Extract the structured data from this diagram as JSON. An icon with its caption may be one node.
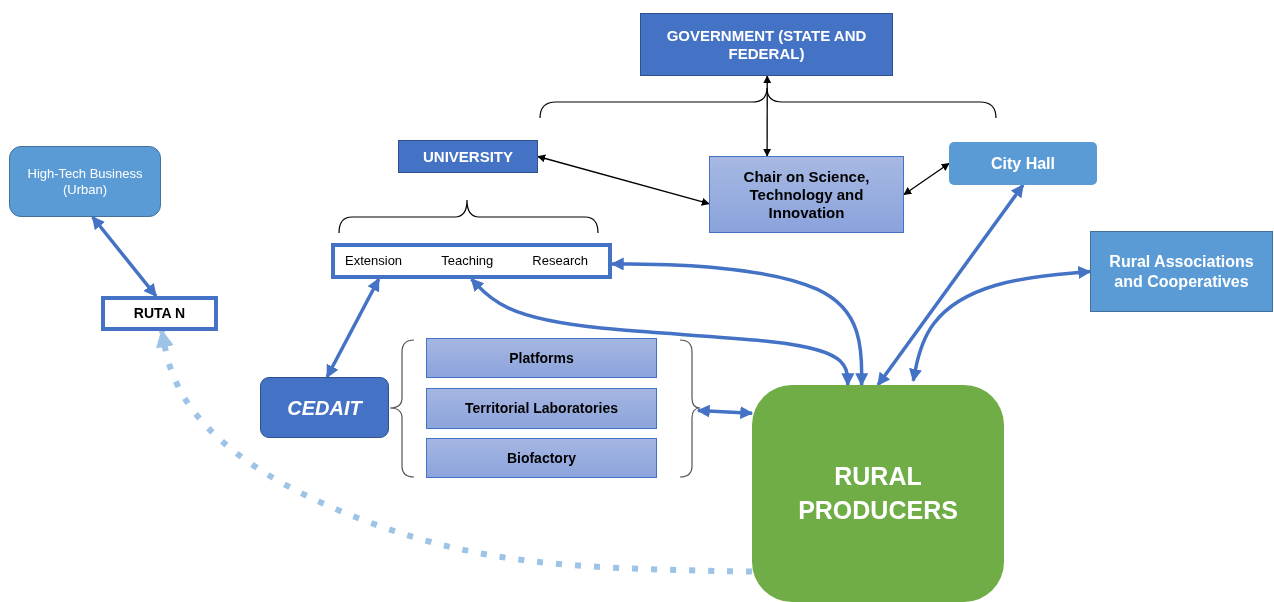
{
  "diagram": {
    "nodes": [
      {
        "text": [
          "GOVERNMENT (STATE AND FEDERAL)"
        ]
      },
      {
        "text": [
          "UNIVERSITY"
        ]
      },
      {
        "text": [
          "Chair on Science, Technology and Innovation"
        ]
      },
      {
        "text": [
          "City Hall"
        ]
      },
      {
        "text": [
          "High-Tech Business (Urban)"
        ]
      },
      {
        "text": [
          "Extension",
          "Teaching",
          "Research"
        ]
      },
      {
        "text": [
          "Rural Associations and Cooperatives"
        ]
      },
      {
        "text": [
          "RUTA N"
        ]
      },
      {
        "text": [
          "CEDAIT"
        ]
      },
      {
        "text": [
          "Platforms"
        ]
      },
      {
        "text": [
          "Territorial Laboratories"
        ]
      },
      {
        "text": [
          "Biofactory"
        ]
      },
      {
        "text": [
          "RURAL PRODUCERS"
        ]
      }
    ],
    "edges": [
      {
        "from": 0,
        "to": 2,
        "arrow": "both",
        "color": "#000000"
      },
      {
        "from": 1,
        "to": 2,
        "arrow": "both",
        "color": "#000000"
      },
      {
        "from": 2,
        "to": 3,
        "arrow": "both",
        "color": "#000000"
      },
      {
        "from": 4,
        "to": 7,
        "arrow": "both"
      },
      {
        "from": 8,
        "to": 5,
        "arrow": "both"
      },
      {
        "from": 12,
        "to": 5,
        "arrow": "both"
      },
      {
        "from": 12,
        "to": 5,
        "arrow": "both"
      },
      {
        "from": 12,
        "to": 3,
        "arrow": "both"
      },
      {
        "from": 12,
        "to": 6,
        "arrow": "both"
      },
      {
        "from": 10,
        "to": 12,
        "arrow": "both"
      },
      {
        "from": 12,
        "to": 7,
        "arrow": "to",
        "style": "dashed",
        "color": "#9dc3e6"
      }
    ]
  }
}
